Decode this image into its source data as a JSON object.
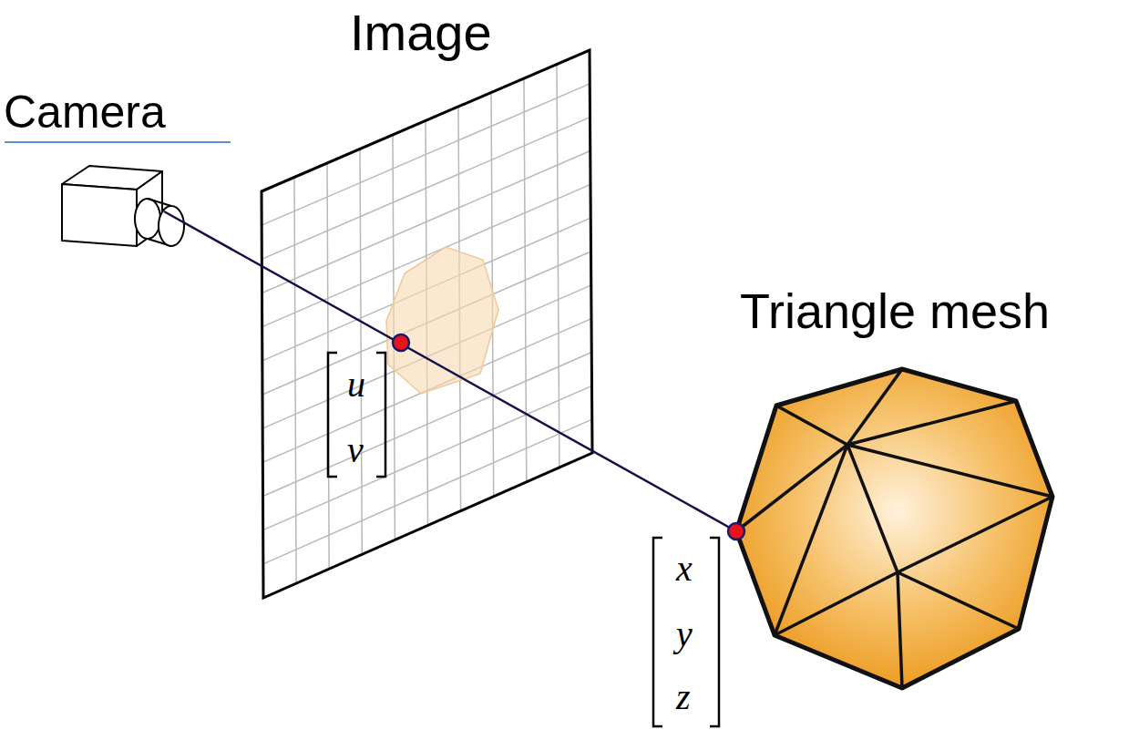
{
  "diagram": {
    "labels": [
      "Image",
      "Camera",
      "Triangle mesh",
      "u",
      "v",
      "x",
      "y",
      "z"
    ]
  }
}
